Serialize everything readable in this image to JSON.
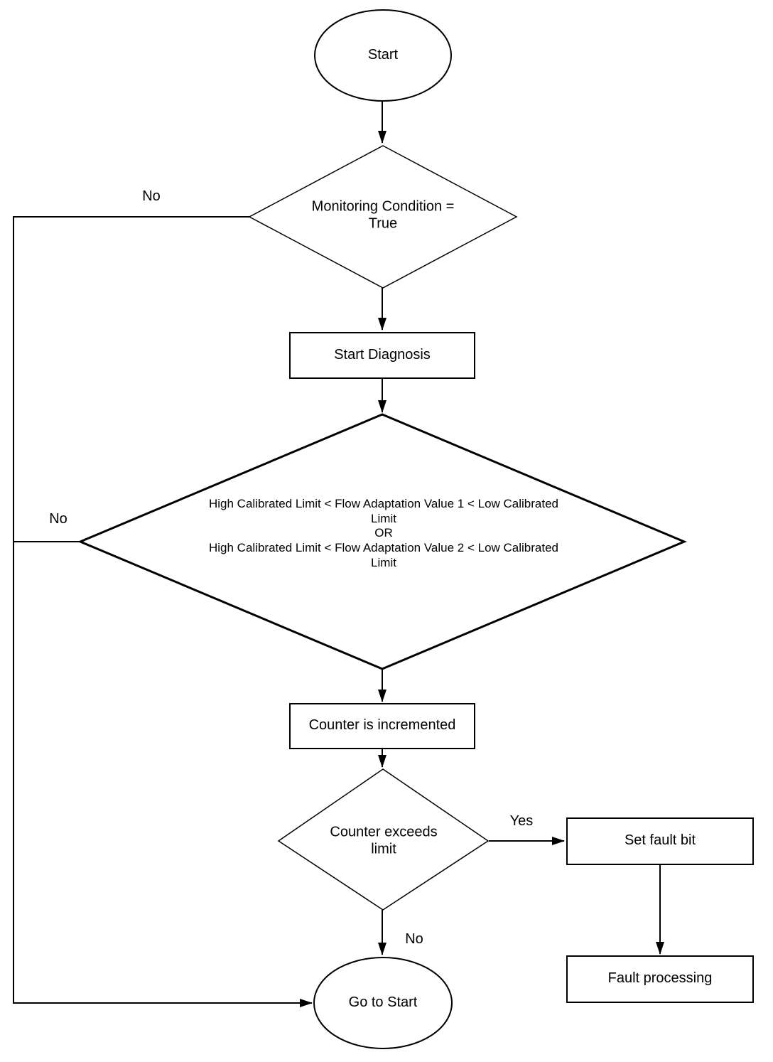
{
  "flowchart": {
    "nodes": {
      "start": {
        "label": "Start"
      },
      "monitoring_condition": {
        "label": [
          "Monitoring Condition =",
          "True"
        ]
      },
      "start_diagnosis": {
        "label": "Start Diagnosis"
      },
      "calibration_check": {
        "label": [
          "High Calibrated Limit < Flow Adaptation Value 1 < Low Calibrated",
          "Limit",
          "OR",
          "High Calibrated Limit < Flow Adaptation Value 2 < Low Calibrated",
          "Limit"
        ]
      },
      "counter_incremented": {
        "label": "Counter is incremented"
      },
      "counter_exceeds_limit": {
        "label": [
          "Counter exceeds",
          "limit"
        ]
      },
      "set_fault_bit": {
        "label": "Set fault bit"
      },
      "fault_processing": {
        "label": "Fault processing"
      },
      "go_to_start": {
        "label": "Go to Start"
      }
    },
    "edge_labels": {
      "monitoring_no": "No",
      "calibration_no": "No",
      "counter_yes": "Yes",
      "counter_no": "No"
    },
    "colors": {
      "line": "#000000",
      "background": "#ffffff",
      "text": "#000000"
    }
  }
}
